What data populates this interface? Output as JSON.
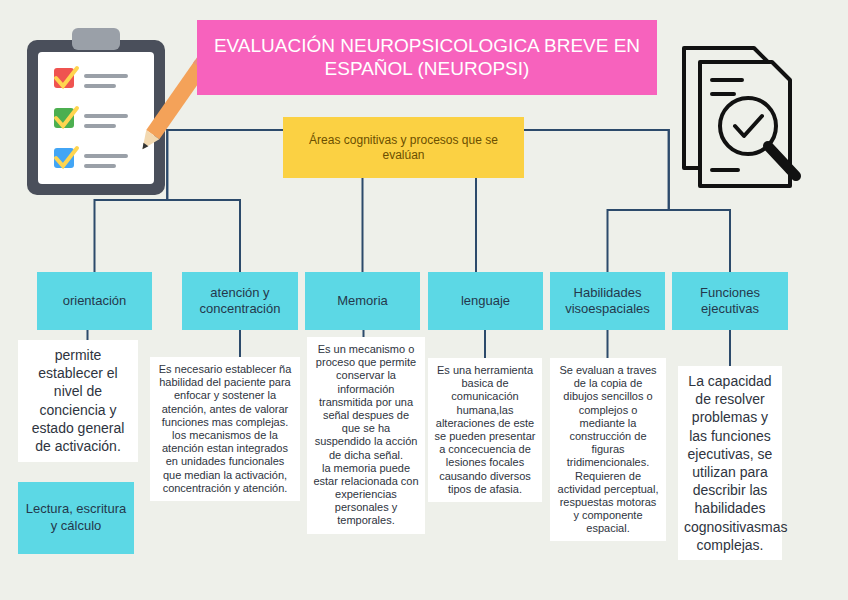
{
  "diagram": {
    "title": "EVALUACIÓN NEUROPSICOLOGICA BREVE EN ESPAÑOL (NEUROPSI)",
    "nodes": [
      {
        "text": [
          "EVALUACIÓN NEUROPSICOLOGICA BREVE EN ESPAÑOL (NEUROPSI)"
        ]
      },
      {
        "text": [
          "Áreas cognitivas y procesos que se evalúan"
        ]
      },
      {
        "text": [
          "orientación"
        ]
      },
      {
        "text": [
          "atención y concentración"
        ]
      },
      {
        "text": [
          "Memoria"
        ]
      },
      {
        "text": [
          "lenguaje"
        ]
      },
      {
        "text": [
          "Habilidades visoespaciales"
        ]
      },
      {
        "text": [
          "Funciones ejecutivas"
        ]
      },
      {
        "text": [
          "permite establecer el nivel de conciencia y estado general de activación."
        ]
      },
      {
        "text": [
          "Es necesario establecer ña habilidad del paciente para enfocar y sostener la atención, antes de valorar funciones mas complejas.",
          "los mecanismos de la atención estan integrados en unidades funcionales que median la activación, concentración y atención."
        ]
      },
      {
        "text": [
          "Es un mecanismo o proceso que permite conservar la información transmitida por una señal despues de que se ha suspendido la acción de dicha señal.",
          "la memoria puede estar relacionada con experiencias personales y temporales."
        ]
      },
      {
        "text": [
          "Es una herramienta basica de comunicación humana,las alteraciones de este se pueden presentar a concecuencia de lesiones focales causando diversos tipos de afasia."
        ]
      },
      {
        "text": [
          "Se evaluan a traves de la copia de dibujos sencillos o complejos o mediante la construcción de figuras tridimencionales. Requieren de actividad perceptual, respuestas motoras y componente espacial."
        ]
      },
      {
        "text": [
          "La capacidad de resolver problemas y las funciones ejecutivas, se utilizan para describir las habilidades cognositivasmas complejas."
        ]
      },
      {
        "text": [
          "Lectura, escritura y cálculo"
        ]
      }
    ],
    "edges": [
      {
        "from": 1,
        "to": 2,
        "arrow": "none"
      },
      {
        "from": 1,
        "to": 3,
        "arrow": "none"
      },
      {
        "from": 1,
        "to": 4,
        "arrow": "none"
      },
      {
        "from": 1,
        "to": 5,
        "arrow": "none"
      },
      {
        "from": 1,
        "to": 6,
        "arrow": "none"
      },
      {
        "from": 1,
        "to": 7,
        "arrow": "none"
      },
      {
        "from": 2,
        "to": 8,
        "arrow": "none"
      },
      {
        "from": 3,
        "to": 9,
        "arrow": "none"
      },
      {
        "from": 4,
        "to": 10,
        "arrow": "none"
      },
      {
        "from": 5,
        "to": 11,
        "arrow": "none"
      },
      {
        "from": 6,
        "to": 12,
        "arrow": "none"
      },
      {
        "from": 7,
        "to": 13,
        "arrow": "none"
      }
    ]
  }
}
